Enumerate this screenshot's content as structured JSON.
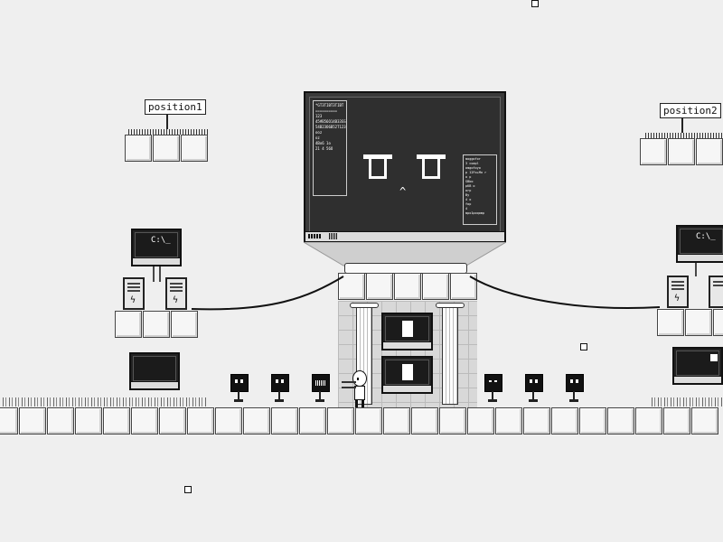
{
  "signs": {
    "left": "position1",
    "right": "position2"
  },
  "big_screen": {
    "left_panel_lines": [
      "*GT3TIBT3TIBT",
      "==========",
      "123",
      "45#B56O14B33SS",
      "54B23O6B52T1234",
      "ooz",
      "oz",
      "",
      "4Bo6 1o",
      "",
      "21 4 56O"
    ],
    "right_panel_lines": [
      "moggofor",
      "3 coapl",
      "omgofoyo",
      "p 12Fo+Mo r",
      "o p",
      "SBbo",
      "pKB o",
      "orp",
      "By",
      "4 o",
      "fop",
      "4",
      "",
      "mpo1poqomp"
    ]
  },
  "monitor_prompt": "C:\\_",
  "colors": {
    "background": "#efefef",
    "screen": "#2f2f2f",
    "ink": "#111111"
  }
}
